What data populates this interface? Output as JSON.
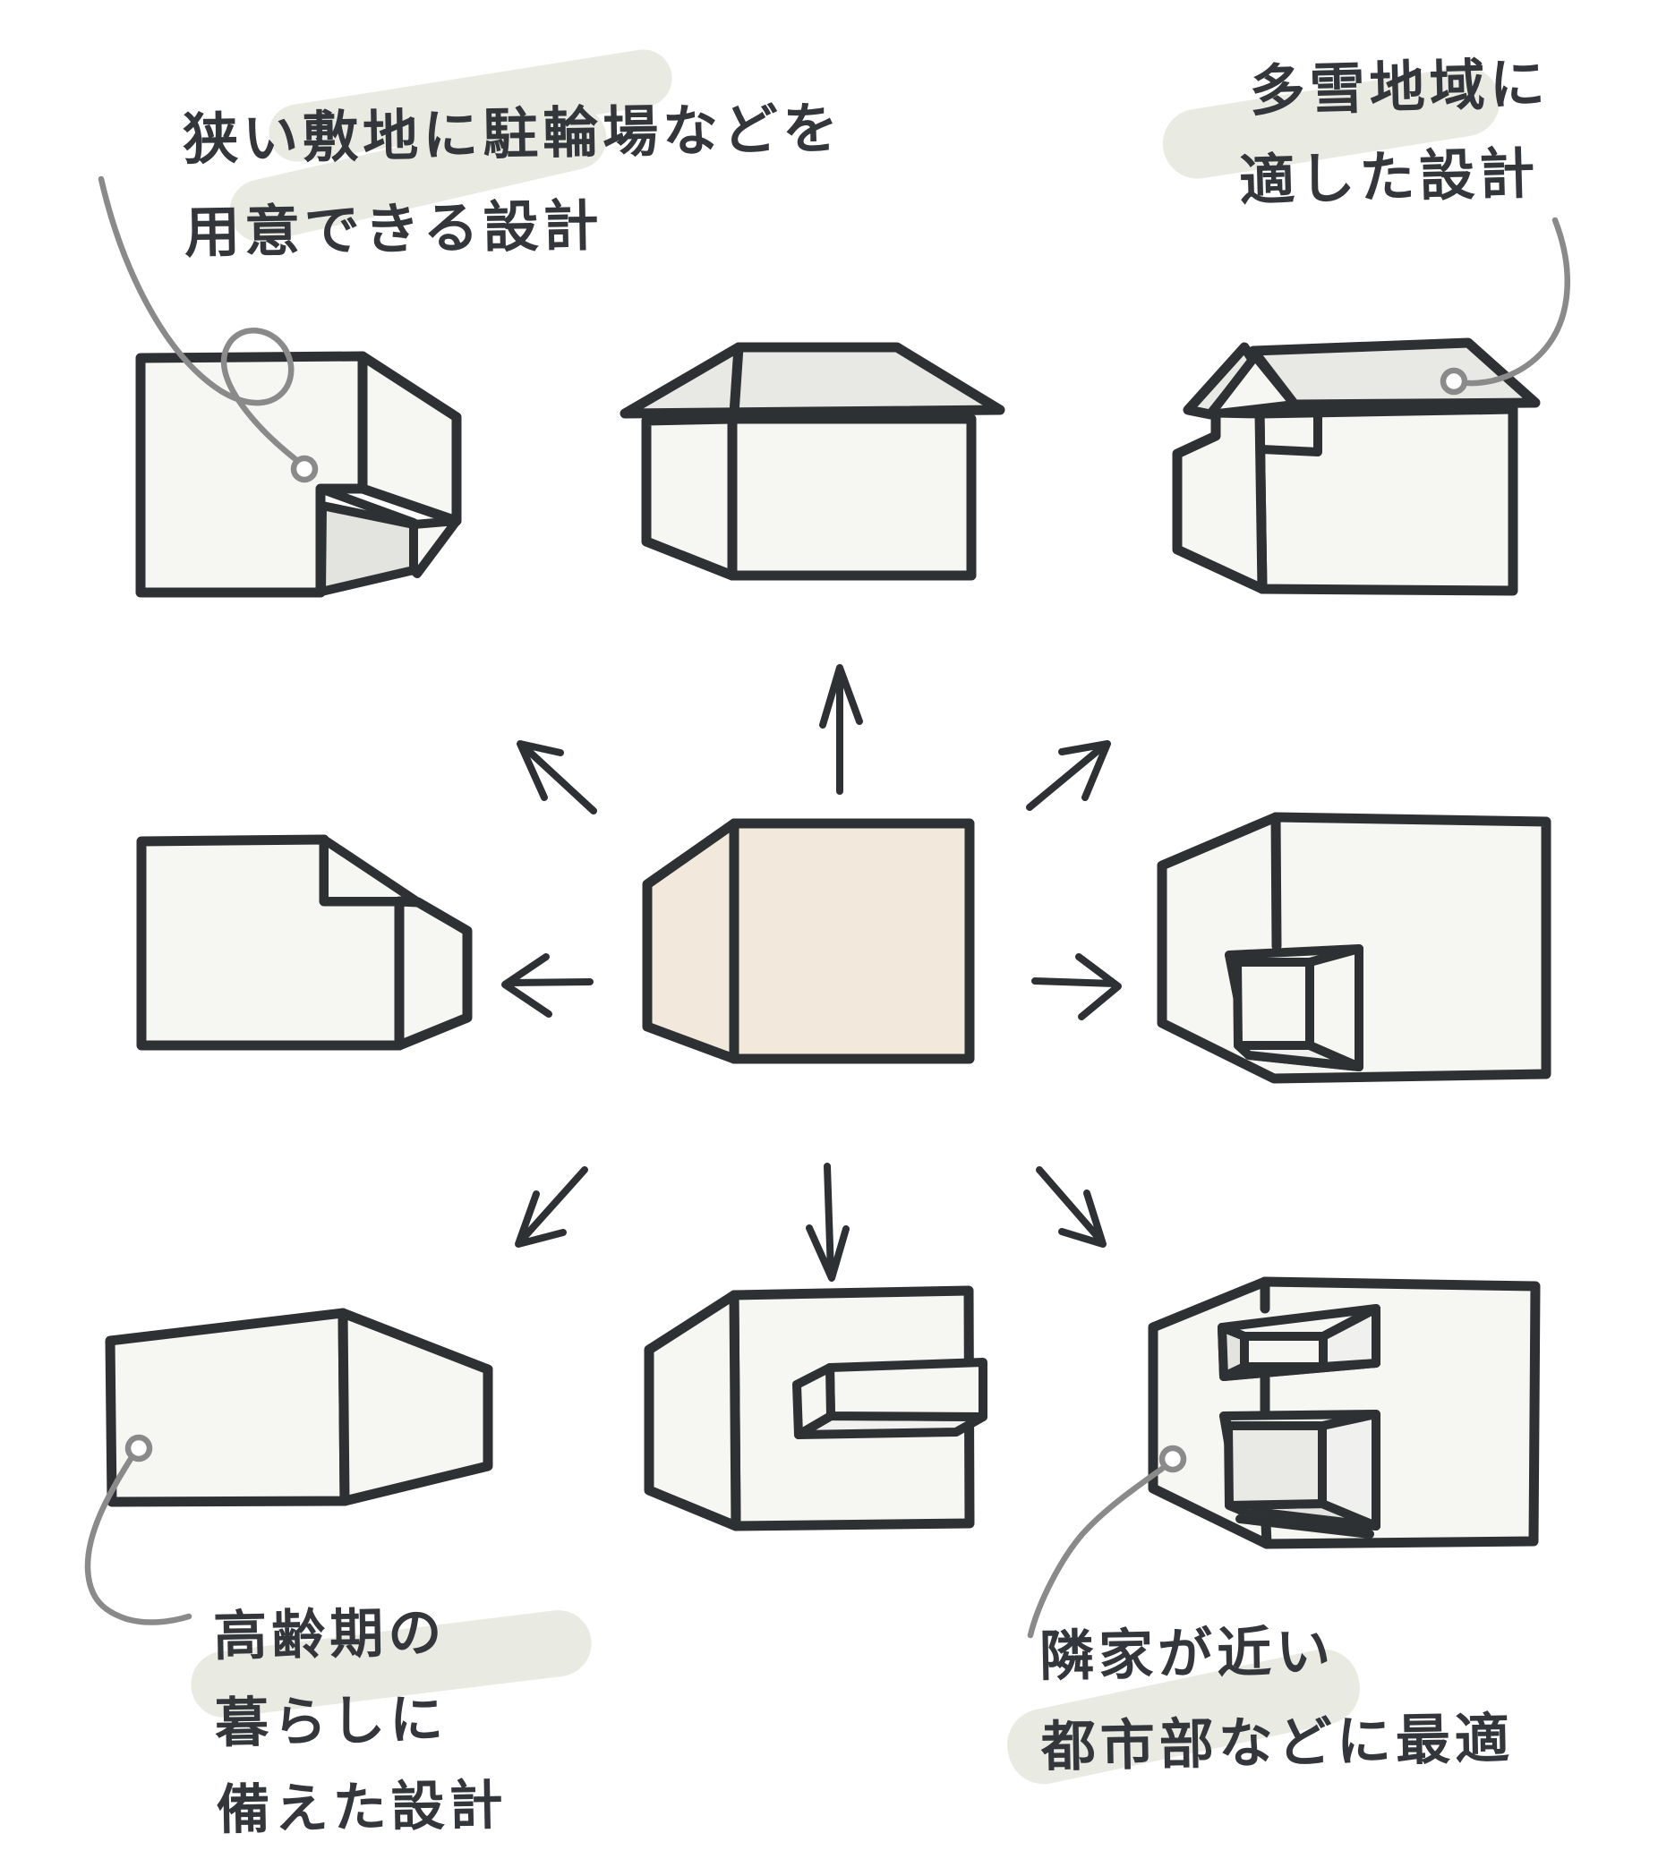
{
  "annotations": {
    "top_left": {
      "lines": [
        "狭い敷地に駐輪場などを",
        "用意できる設計"
      ]
    },
    "top_right": {
      "lines": [
        "多雪地域に",
        "適した設計"
      ]
    },
    "bottom_left": {
      "lines": [
        "高齢期の",
        "暮らしに",
        "備えた設計"
      ]
    },
    "bottom_right": {
      "lines": [
        "隣家が近い",
        "都市部などに最適"
      ]
    }
  },
  "shapes": [
    "base-house-center",
    "carport-notch-house-top-left",
    "hip-roof-house-top-center",
    "snow-gable-roof-house-top-right",
    "corner-cut-house-mid-left",
    "recessed-niche-house-mid-right",
    "single-story-house-bottom-left",
    "protruding-volume-house-bottom-center",
    "double-recess-house-bottom-right"
  ],
  "colors": {
    "ink": "#2e3134",
    "text": "#33363a",
    "house_fill": "#f6f6f3",
    "center_house_fill": "#f2e8dc",
    "roof_fill": "#e8e8e4",
    "recess_fill": "#e3e3e0",
    "leader_line": "#8a8a8a",
    "highlight": "#e9ebe2",
    "background": "#ffffff"
  }
}
